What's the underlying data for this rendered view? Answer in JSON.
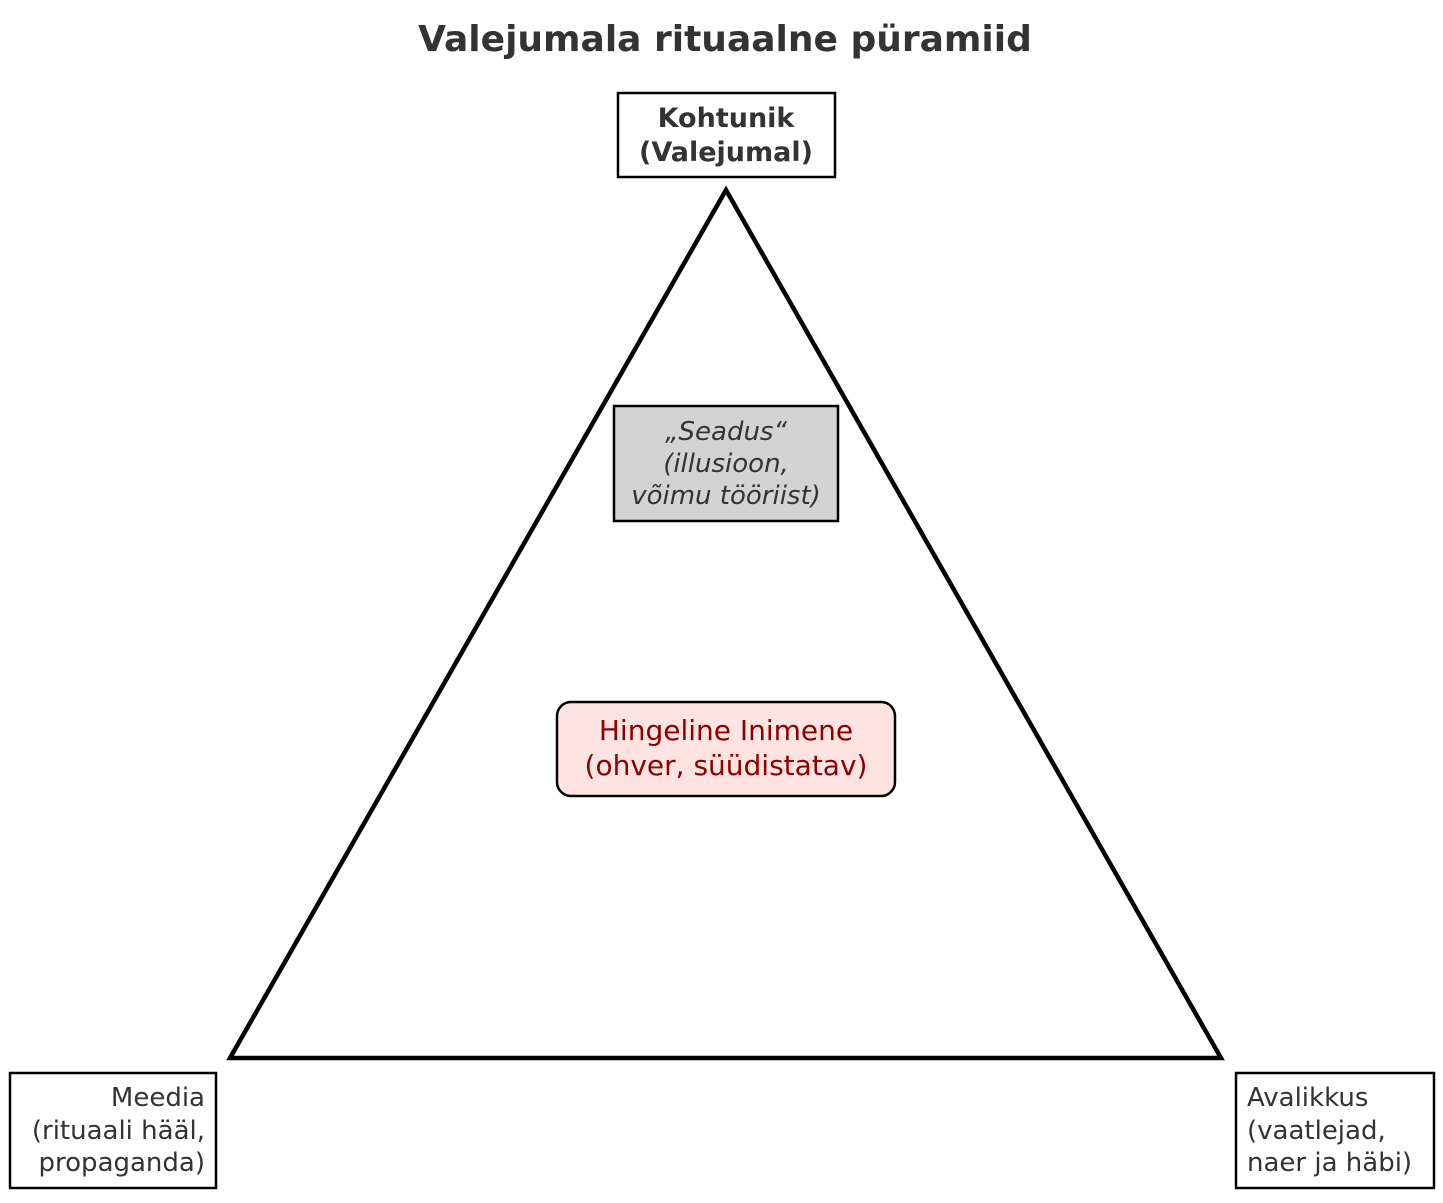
{
  "title": "Valejumala rituaalne püramiid",
  "nodes": {
    "top": {
      "lines": [
        "Kohtunik",
        "(Valejumal)"
      ]
    },
    "law": {
      "lines": [
        "„Seadus“",
        "(illusioon,",
        "võimu tööriist)"
      ],
      "fill": "#d3d3d3"
    },
    "victim": {
      "lines": [
        "Hingeline Inimene",
        "(ohver, süüdistatav)"
      ],
      "fill": "#ffe4e1",
      "text_color": "#8b0000"
    },
    "bottom_left": {
      "lines": [
        "Meedia",
        "(rituaali hääl,",
        "propaganda)"
      ]
    },
    "bottom_right": {
      "lines": [
        "Avalikkus",
        "(vaatlejad,",
        "naer ja häbi)"
      ]
    }
  }
}
